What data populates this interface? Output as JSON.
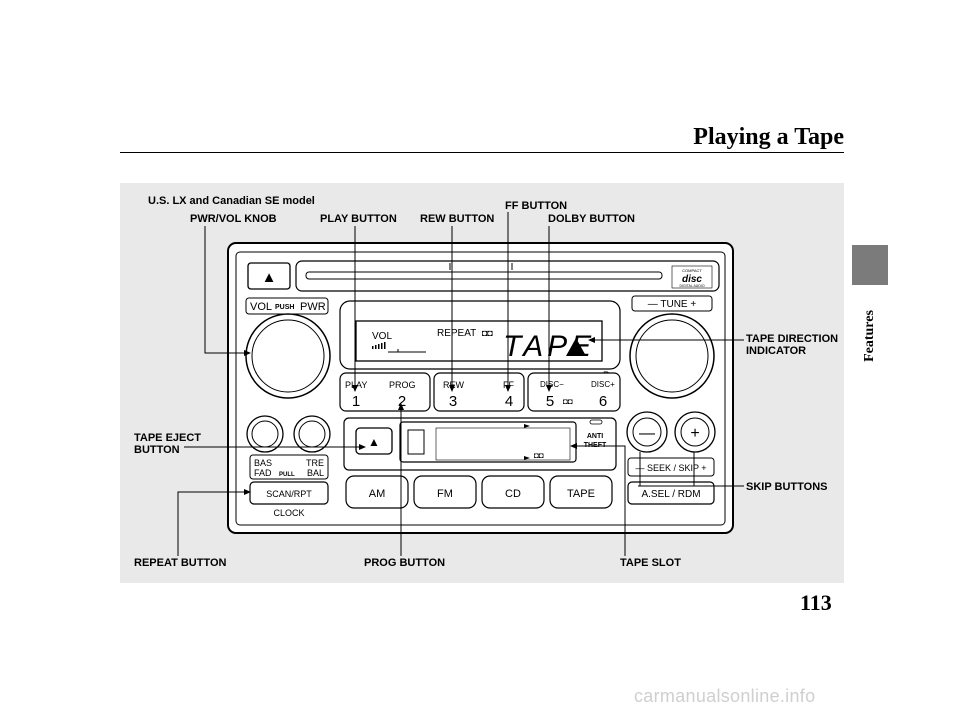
{
  "page": {
    "title": "Playing a Tape",
    "section": "Features",
    "number": "113",
    "watermark": "carmanualsonline.info"
  },
  "figure": {
    "model_note": "U.S. LX and Canadian SE model",
    "callouts": {
      "pwr_vol_knob": "PWR/VOL KNOB",
      "play_button": "PLAY BUTTON",
      "rew_button": "REW BUTTON",
      "ff_button": "FF BUTTON",
      "dolby_button": "DOLBY BUTTON",
      "tape_direction_line1": "TAPE DIRECTION",
      "tape_direction_line2": "INDICATOR",
      "tape_eject_line1": "TAPE EJECT",
      "tape_eject_line2": "BUTTON",
      "skip_buttons": "SKIP BUTTONS",
      "repeat_button": "REPEAT BUTTON",
      "prog_button": "PROG BUTTON",
      "tape_slot": "TAPE SLOT"
    },
    "unit": {
      "eject_symbol": "▲",
      "vol_label": "VOL",
      "push_label": "PUSH",
      "pwr_label": "PWR",
      "tune_label": "— TUNE +",
      "disc_logo_line1": "COMPACT",
      "disc_logo_line2": "disc",
      "disc_logo_line3": "DIGITAL AUDIO",
      "display_vol": "VOL",
      "display_repeat": "REPEAT",
      "display_dolby": "◘◘",
      "display_mode": "TAPE",
      "indicator_r": "R",
      "preset_labels": [
        "PLAY",
        "PROG",
        "REW",
        "FF",
        "DISC−",
        "DISC+"
      ],
      "preset_numbers": [
        "1",
        "2",
        "3",
        "4",
        "5",
        "6"
      ],
      "preset5_dolby": "◘◘",
      "bas": "BAS",
      "tre": "TRE",
      "fad": "FAD",
      "pull": "PULL",
      "bal": "BAL",
      "scan_rpt": "SCAN/RPT",
      "clock": "CLOCK",
      "anti_theft_line1": "ANTI",
      "anti_theft_line2": "THEFT",
      "cassette_dolby": "◘◘",
      "mode_buttons": [
        "AM",
        "FM",
        "CD",
        "TAPE"
      ],
      "seek_skip": "— SEEK / SKIP +",
      "asel_rdm": "A.SEL / RDM",
      "minus": "—",
      "plus": "+"
    }
  }
}
